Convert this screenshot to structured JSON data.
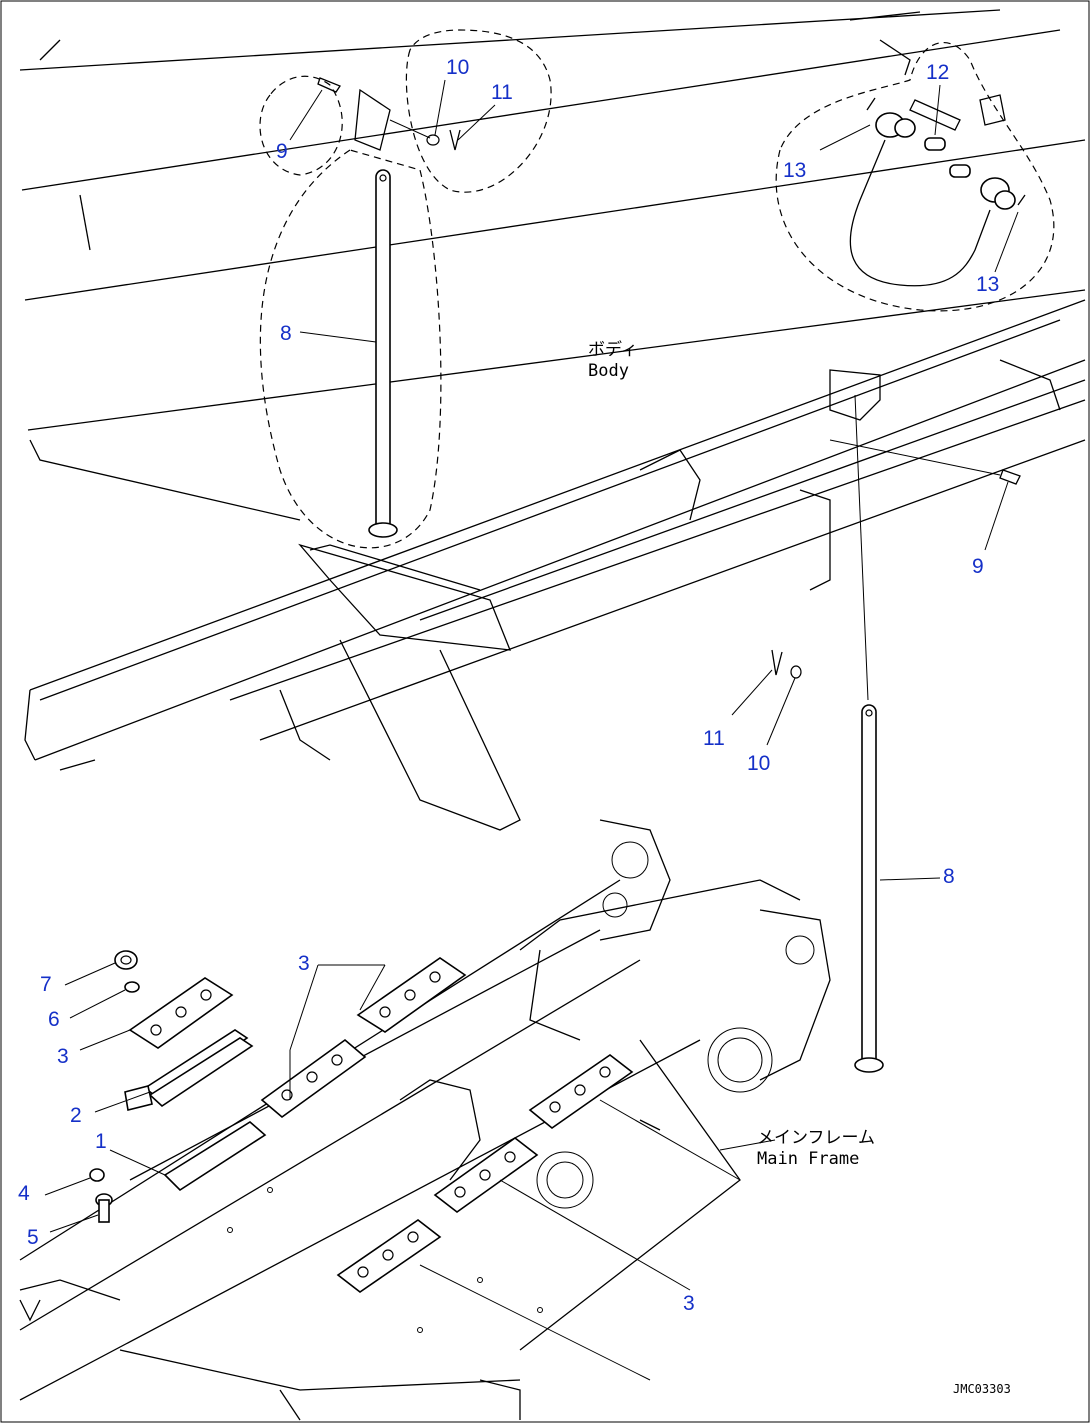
{
  "diagram": {
    "callouts": [
      {
        "id": "c1",
        "text": "1"
      },
      {
        "id": "c2",
        "text": "2"
      },
      {
        "id": "c3a",
        "text": "3"
      },
      {
        "id": "c3b",
        "text": "3"
      },
      {
        "id": "c3c",
        "text": "3"
      },
      {
        "id": "c4",
        "text": "4"
      },
      {
        "id": "c5",
        "text": "5"
      },
      {
        "id": "c6",
        "text": "6"
      },
      {
        "id": "c7",
        "text": "7"
      },
      {
        "id": "c8a",
        "text": "8"
      },
      {
        "id": "c8b",
        "text": "8"
      },
      {
        "id": "c9a",
        "text": "9"
      },
      {
        "id": "c9b",
        "text": "9"
      },
      {
        "id": "c10a",
        "text": "10"
      },
      {
        "id": "c10b",
        "text": "10"
      },
      {
        "id": "c11a",
        "text": "11"
      },
      {
        "id": "c11b",
        "text": "11"
      },
      {
        "id": "c12",
        "text": "12"
      },
      {
        "id": "c13a",
        "text": "13"
      },
      {
        "id": "c13b",
        "text": "13"
      }
    ],
    "labels": {
      "body_jp": "ボディ",
      "body_en": "Body",
      "frame_jp": "メインフレーム",
      "frame_en": "Main Frame"
    },
    "drawing_code": "JMC03303",
    "colors": {
      "callout": "#1530c8",
      "line": "#000000",
      "background": "#ffffff"
    }
  }
}
